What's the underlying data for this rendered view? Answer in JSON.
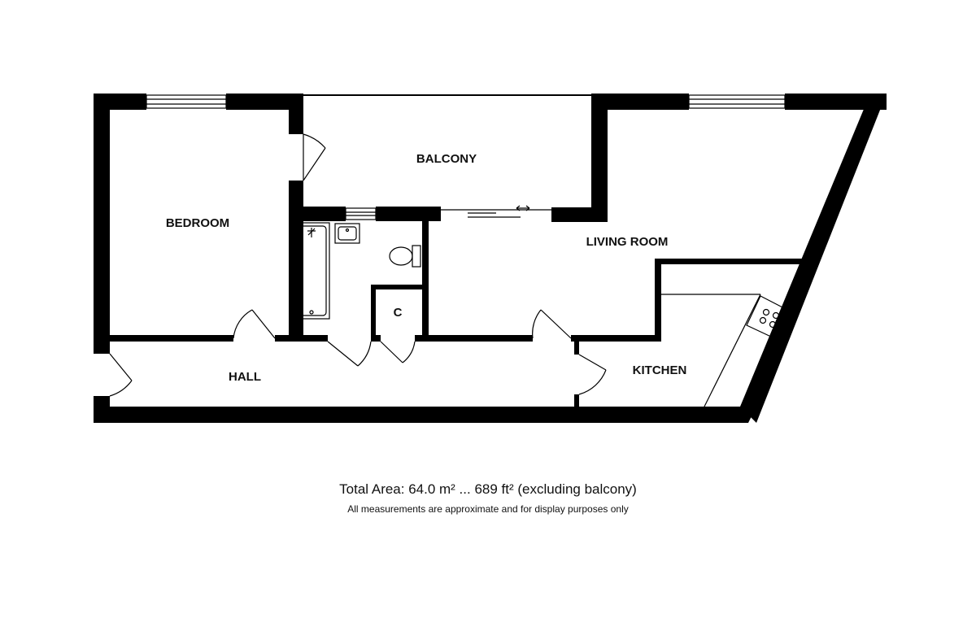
{
  "rooms": {
    "bedroom": "BEDROOM",
    "balcony": "BALCONY",
    "living_room": "LIVING ROOM",
    "kitchen": "KITCHEN",
    "hall": "HALL",
    "closet": "C"
  },
  "footer": {
    "total_area": "Total Area: 64.0 m² ... 689 ft² (excluding balcony)",
    "disclaimer": "All measurements are approximate and for display purposes only"
  },
  "colors": {
    "wall": "#000000",
    "line": "#000000",
    "background": "#ffffff"
  }
}
